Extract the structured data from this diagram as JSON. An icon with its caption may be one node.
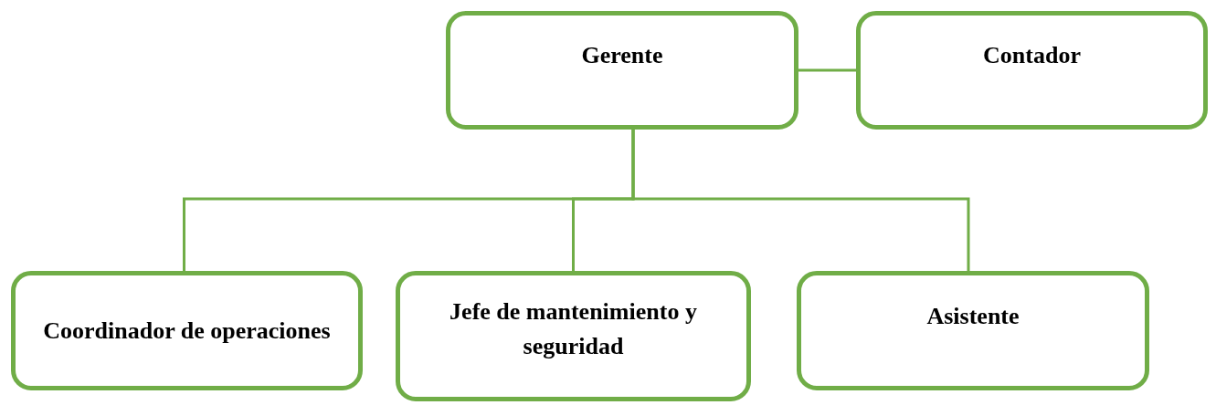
{
  "diagram": {
    "nodes": [
      {
        "text": [
          "Gerente"
        ]
      },
      {
        "text": [
          "Contador"
        ]
      },
      {
        "text": [
          "Coordinador de operaciones"
        ]
      },
      {
        "text": [
          "Jefe de mantenimiento y seguridad"
        ]
      },
      {
        "text": [
          "Asistente"
        ]
      }
    ],
    "edges": [
      {
        "from": 0,
        "to": 1,
        "arrow": "none"
      },
      {
        "from": 0,
        "to": 2,
        "arrow": "none"
      },
      {
        "from": 0,
        "to": 3,
        "arrow": "none"
      },
      {
        "from": 0,
        "to": 4,
        "arrow": "none"
      }
    ]
  }
}
